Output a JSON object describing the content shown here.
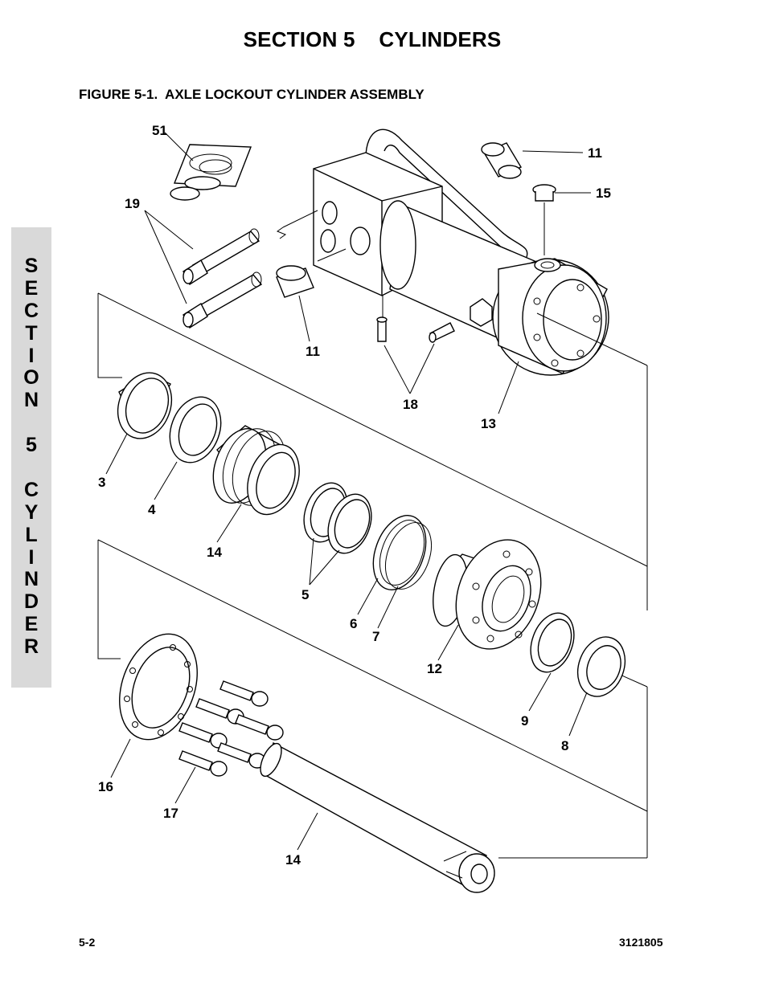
{
  "header": {
    "section_title": "SECTION 5    CYLINDERS",
    "figure_title": "FIGURE 5-1.  AXLE LOCKOUT CYLINDER ASSEMBLY"
  },
  "side_tab": {
    "letters": [
      "S",
      "E",
      "C",
      "T",
      "I",
      "O",
      "N",
      "",
      "5",
      "",
      "C",
      "Y",
      "L",
      "I",
      "N",
      "D",
      "E",
      "R"
    ]
  },
  "callouts": {
    "c51": "51",
    "c11a": "11",
    "c15": "15",
    "c19": "19",
    "c11b": "11",
    "c18": "18",
    "c13": "13",
    "c3": "3",
    "c4": "4",
    "c14a": "14",
    "c5": "5",
    "c6": "6",
    "c7": "7",
    "c12": "12",
    "c9": "9",
    "c8": "8",
    "c16": "16",
    "c17": "17",
    "c14b": "14"
  },
  "footer": {
    "page_number": "5-2",
    "doc_number": "3121805"
  }
}
